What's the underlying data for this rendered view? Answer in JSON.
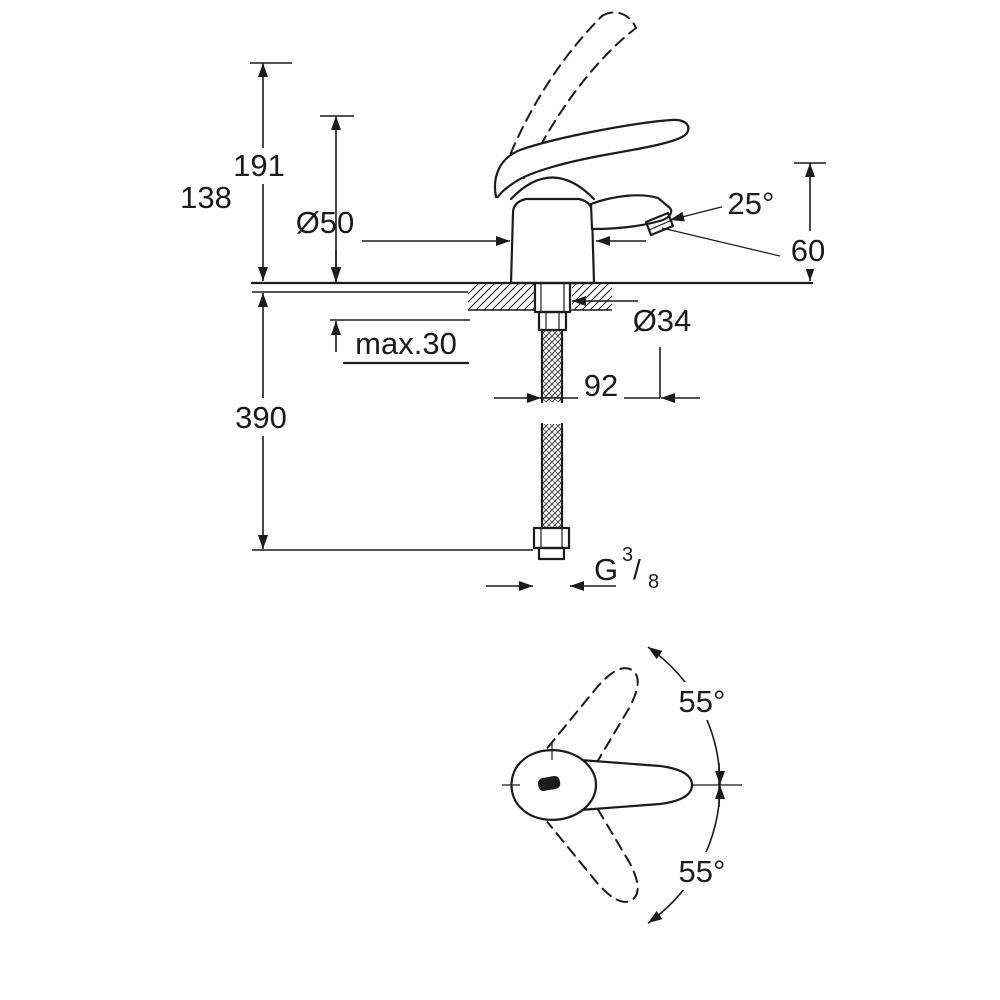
{
  "page": {
    "background": "#ffffff"
  },
  "drawing": {
    "line_color": "#1b1b1b",
    "side_view": {
      "dim_total_height": "191",
      "dim_body_height": "138",
      "dim_body_diameter": "Ø50",
      "dim_spout_angle": "25°",
      "dim_spout_height": "60",
      "dim_hole_diameter": "Ø34",
      "dim_max_deck_thickness": "max.30",
      "dim_hose_drop": "390",
      "dim_spout_reach": "92",
      "thread_label": {
        "prefix": "G",
        "numerator": "3",
        "slash": "/",
        "denominator": "8"
      }
    },
    "top_view": {
      "dim_swivel_up": "55°",
      "dim_swivel_down": "55°"
    }
  }
}
